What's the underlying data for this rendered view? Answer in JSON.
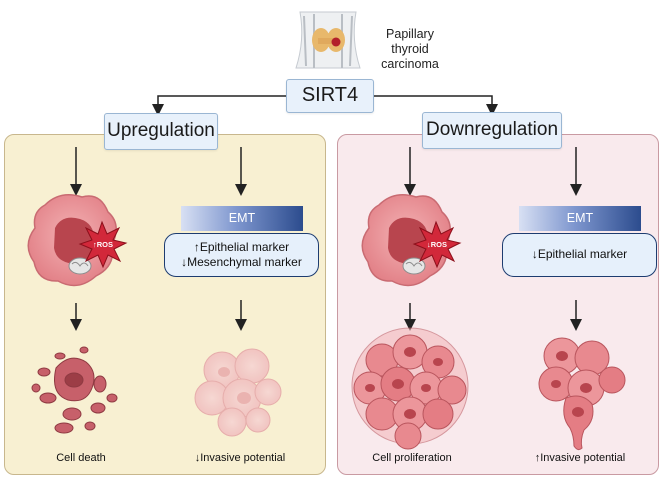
{
  "header": {
    "organ_label_line1": "Papillary thyroid",
    "organ_label_line2": "carcinoma",
    "central_gene": "SIRT4"
  },
  "left": {
    "title": "Upregulation",
    "ros_label": "↑ROS",
    "emt_label": "EMT",
    "marker_line1": "↑Epithelial marker",
    "marker_line2": "↓Mesenchymal marker",
    "outcome_left": "Cell death",
    "outcome_right": "↓Invasive potential"
  },
  "right": {
    "title": "Downregulation",
    "ros_label": "↓ROS",
    "emt_label": "EMT",
    "marker_line1": "↓Epithelial marker",
    "outcome_left": "Cell proliferation",
    "outcome_right": "↑Invasive potential"
  },
  "colors": {
    "left_panel": "#f8f0d2",
    "right_panel": "#f9eaed",
    "cell_fill": "#e58a8f",
    "cell_dark": "#b8454e",
    "ros_burst": "#d2283a",
    "emt_gradient_end": "#2c4c8e"
  }
}
